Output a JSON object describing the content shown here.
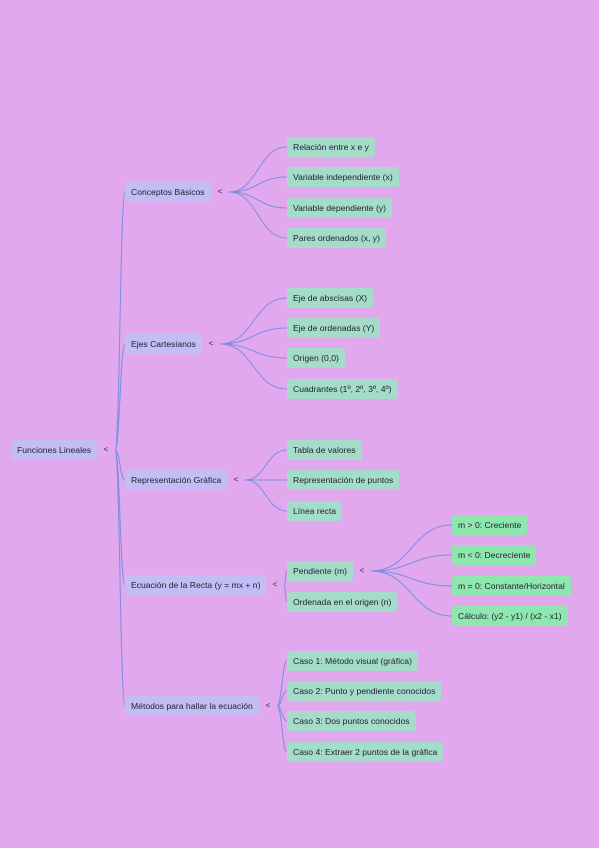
{
  "mindmap": {
    "root": "Funciones Lineales",
    "collapse_glyph": "<",
    "colors": {
      "background": "#e2a8ee",
      "root": "#c3bdf6",
      "level1": "#c3bdf6",
      "level2": "#a4dcc9",
      "level3": "#8fe7b0",
      "connector": "#7a8fe0"
    },
    "branches": [
      {
        "label": "Conceptos Básicos",
        "children": [
          {
            "label": "Relación entre x e y"
          },
          {
            "label": "Variable independiente (x)"
          },
          {
            "label": "Variable dependiente (y)"
          },
          {
            "label": "Pares ordenados (x, y)"
          }
        ]
      },
      {
        "label": "Ejes Cartesianos",
        "children": [
          {
            "label": "Eje de abscisas (X)"
          },
          {
            "label": "Eje de ordenadas (Y)"
          },
          {
            "label": "Origen (0,0)"
          },
          {
            "label": "Cuadrantes (1º, 2º, 3º, 4º)"
          }
        ]
      },
      {
        "label": "Representación Gráfica",
        "children": [
          {
            "label": "Tabla de valores"
          },
          {
            "label": "Representación de puntos"
          },
          {
            "label": "Línea recta"
          }
        ]
      },
      {
        "label": "Ecuación de la Recta (y = mx + n)",
        "children": [
          {
            "label": "Pendiente (m)",
            "children": [
              {
                "label": "m > 0: Creciente"
              },
              {
                "label": "m < 0: Decreciente"
              },
              {
                "label": "m = 0: Constante/Horizontal"
              },
              {
                "label": "Cálculo: (y2 - y1) / (x2 - x1)"
              }
            ]
          },
          {
            "label": "Ordenada en el origen (n)"
          }
        ]
      },
      {
        "label": "Métodos para hallar la ecuación",
        "children": [
          {
            "label": "Caso 1: Método visual (gráfica)"
          },
          {
            "label": "Caso 2: Punto y pendiente conocidos"
          },
          {
            "label": "Caso 3: Dos puntos conocidos"
          },
          {
            "label": "Caso 4: Extraer 2 puntos de la gráfica"
          }
        ]
      }
    ]
  }
}
